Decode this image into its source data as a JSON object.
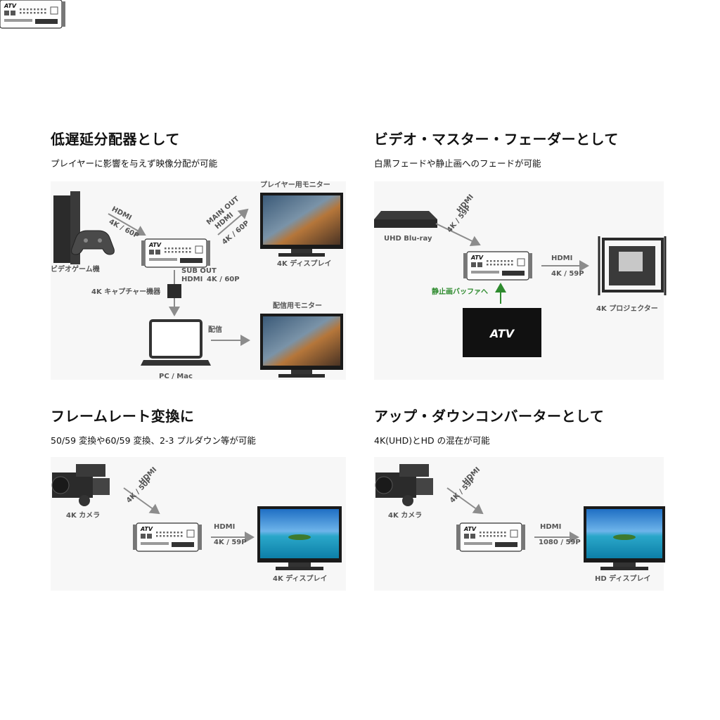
{
  "colors": {
    "panel_bg": "#f7f7f7",
    "arrow": "#8c8c8c",
    "device_dark": "#2b2b2b",
    "green_accent": "#2e8b2e"
  },
  "sec1": {
    "title": "低遅延分配器として",
    "subtitle": "プレイヤーに影響を与えず映像分配が可能",
    "console_label": "ビデオゲーム機",
    "in_hdmi": "HDMI",
    "in_res": "4K / 60P",
    "main_out_1": "MAIN OUT",
    "main_out_2": "HDMI",
    "main_out_res": "4K / 60P",
    "player_monitor": "プレイヤー用モニター",
    "display_label": "4K ディスプレイ",
    "sub_out_1": "SUB OUT",
    "sub_out_2": "HDMI",
    "sub_out_res": "4K / 60P",
    "capture_label": "4K キャプチャー機器",
    "pc_label": "PC / Mac",
    "stream_label": "配信",
    "stream_monitor": "配信用モニター"
  },
  "sec2": {
    "title": "ビデオ・マスター・フェーダーとして",
    "subtitle": "白黒フェードや静止画へのフェードが可能",
    "bluray_label": "UHD Blu-ray",
    "in_hdmi": "HDMI",
    "in_res": "4K / 59P",
    "out_hdmi": "HDMI",
    "out_res": "4K / 59P",
    "projector_label": "4K プロジェクター",
    "buffer_label": "静止画バッファへ",
    "logo": "ATV"
  },
  "sec3": {
    "title": "フレームレート変換に",
    "subtitle": "50/59 変換や60/59 変換、2-3 プルダウン等が可能",
    "camera_label": "4K カメラ",
    "in_hdmi": "HDMI",
    "in_res": "4K / 50P",
    "out_hdmi": "HDMI",
    "out_res": "4K / 59P",
    "display_label": "4K ディスプレイ"
  },
  "sec4": {
    "title": "アップ・ダウンコンバーターとして",
    "subtitle": "4K(UHD)とHD の混在が可能",
    "camera_label": "4K カメラ",
    "in_hdmi": "HDMI",
    "in_res": "4K / 59P",
    "out_hdmi": "HDMI",
    "out_res": "1080 / 59P",
    "display_label": "HD ディスプレイ"
  }
}
